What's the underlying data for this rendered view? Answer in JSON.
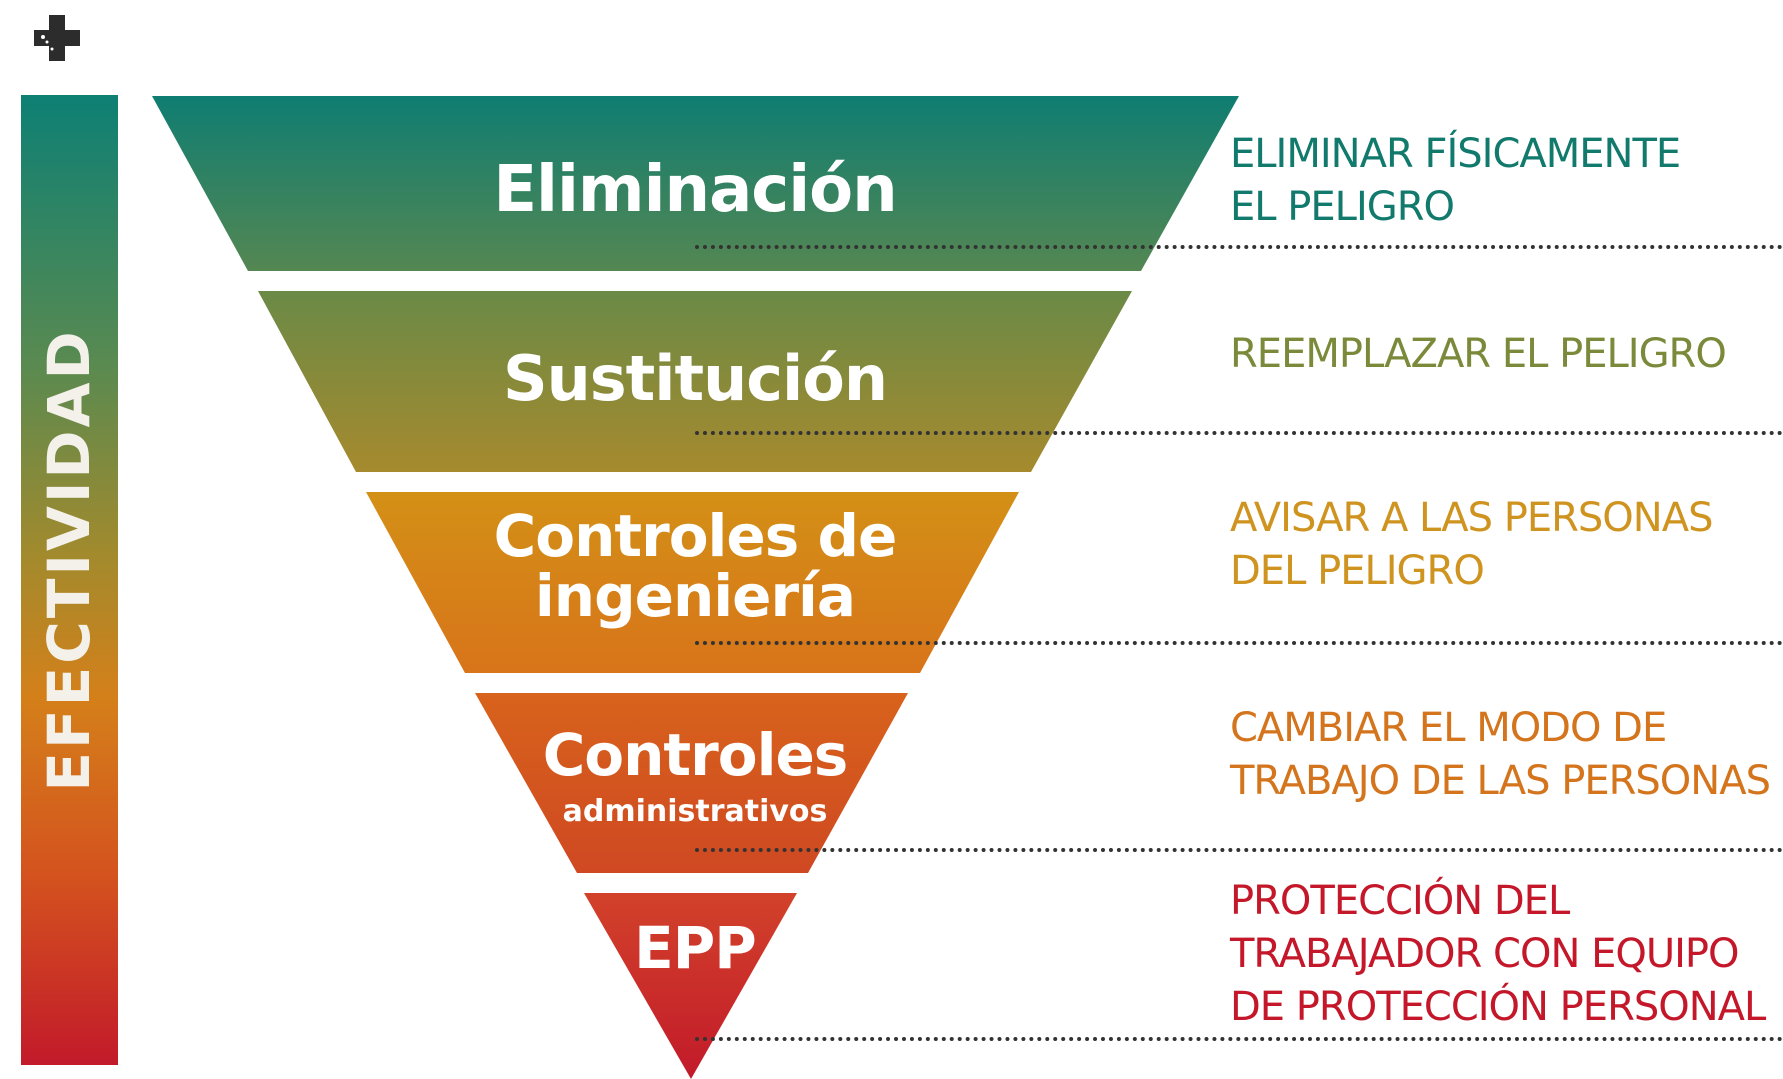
{
  "effectiveness_label": "EFECTIVIDAD",
  "colors": {
    "bar_top": "#0d8074",
    "bar_bottom": "#c21a2a",
    "logo": "#2c2c2c",
    "leader_dots": "#333333"
  },
  "logo": {
    "icon": "plus-cross-icon"
  },
  "tiers": [
    {
      "title": "Eliminación",
      "subtitle": "",
      "description": [
        "ELIMINAR FÍSICAMENTE",
        "EL PELIGRO"
      ],
      "color_top": "#0f7d72",
      "color_bottom": "#548752",
      "text_color": "#117a6c"
    },
    {
      "title": "Sustitución",
      "subtitle": "",
      "description": [
        "REEMPLAZAR EL PELIGRO"
      ],
      "color_top": "#6a8a46",
      "color_bottom": "#a68a2e",
      "text_color": "#7b8a3a"
    },
    {
      "title": "Controles de",
      "title_line2": "ingeniería",
      "subtitle": "",
      "description": [
        "AVISAR A LAS PERSONAS",
        "DEL PELIGRO"
      ],
      "color_top": "#d39016",
      "color_bottom": "#d8741a",
      "text_color": "#cf9320"
    },
    {
      "title": "Controles",
      "subtitle": "administrativos",
      "description": [
        "CAMBIAR EL MODO DE",
        "TRABAJO DE LAS PERSONAS"
      ],
      "color_top": "#d8631c",
      "color_bottom": "#cf4822",
      "text_color": "#d4741c"
    },
    {
      "title": "EPP",
      "subtitle": "",
      "description": [
        "PROTECCIÓN DEL",
        "TRABAJADOR CON EQUIPO",
        "DE PROTECCIÓN PERSONAL"
      ],
      "color_top": "#d2422a",
      "color_bottom": "#c21a2a",
      "text_color": "#c4182a"
    }
  ]
}
